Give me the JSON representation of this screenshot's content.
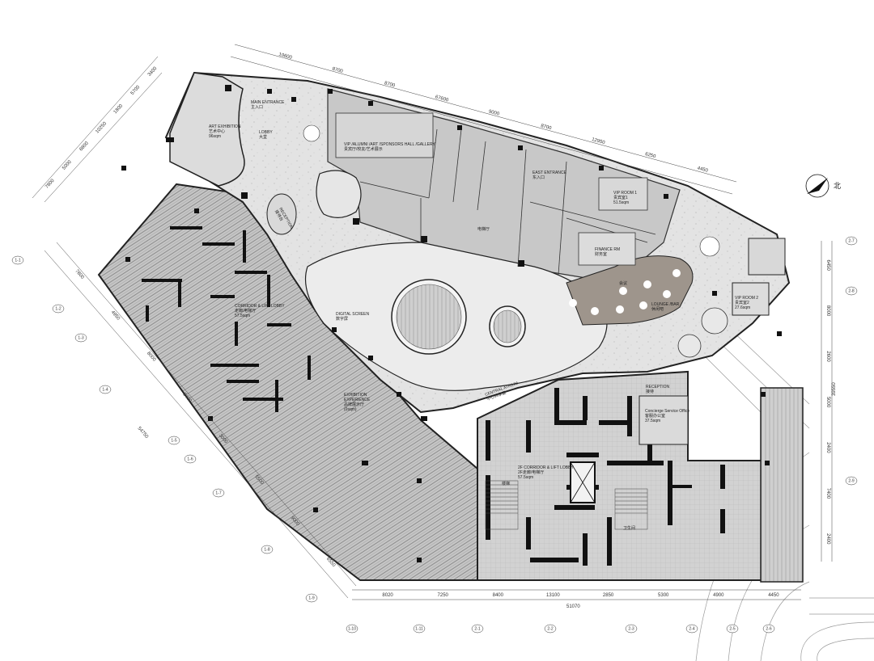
{
  "north_label": "北",
  "top_dimensions": [
    "10600",
    "8700",
    "8700",
    "67600",
    "9000",
    "8700",
    "12950",
    "6250",
    "4450"
  ],
  "bottom_dimensions": [
    "8020",
    "7250",
    "8400",
    "13100",
    "2850",
    "5300",
    "4900",
    "4450"
  ],
  "bottom_total": "51070",
  "right_dimensions": [
    "6450",
    "8000",
    "2600",
    "5000",
    "2400",
    "7400",
    "2400"
  ],
  "right_total": "39550",
  "left_top_dimensions": [
    "7800",
    "5000",
    "6800",
    "10250",
    "1800",
    "5700",
    "3400"
  ],
  "left_diag_dimensions": [
    "7800",
    "4950",
    "8000",
    "8400",
    "3000",
    "5500",
    "9000",
    "6550"
  ],
  "left_total": "54750",
  "axis_tags": [
    "1-1",
    "1-2",
    "1-3",
    "1-4",
    "1-5",
    "1-6",
    "1-7",
    "1-8",
    "1-9",
    "1-10",
    "1-11",
    "2-1",
    "2-2",
    "2-3",
    "2-4",
    "2-5",
    "2-6",
    "2-7",
    "2-8",
    "2-9"
  ],
  "rooms": {
    "art_exhibition": "ART EXHIBITION\n艺术中心\n96sqm",
    "main_entrance": "MAIN ENTRANCE\n主入口",
    "lobby": "LOBBY\n大堂",
    "reception": "RECEPTION\n接待台",
    "vip_area": "VIP /ALUMNI /ART /SPONSORS HALL /GALLERY\n贵宾厅/校友/艺术展示",
    "east_entrance": "EAST ENTRANCE\n东入口",
    "elevator_hall": "电梯厅",
    "vip_room_1": "VIP ROOM 1\n贵宾室1\n51.5sqm",
    "finance_room": "FINANCE RM\n财务室",
    "dining": "会议",
    "lounge": "LOUNGE /BAR\n休闲吧",
    "corridor_lift_1": "CORRIDOR & LIFT LOBBY\n走廊/电梯厅\n57.5sqm",
    "digital_screen": "DIGITAL SCREEN\n数字屏",
    "exhibition_big": "EXHIBITION\nEXPERIENCE\n品牌展示厅\n(0sqm)",
    "central_atrium": "CENTRAL ATRIUM\n中心共享庭",
    "vip_room_2": "VIP ROOM 2\n贵宾室2\n27.6sqm",
    "concierge": "Concierge Service Office\n客服办公室\n37.5sqm",
    "corridor_lift_2": "2F CORRIDOR & LIFT LOBBY\n2F走廊/电梯厅\n57.5sqm",
    "reception_office": "RECEPTION\n接待",
    "stair": "楼梯",
    "toilet": "卫生间"
  }
}
